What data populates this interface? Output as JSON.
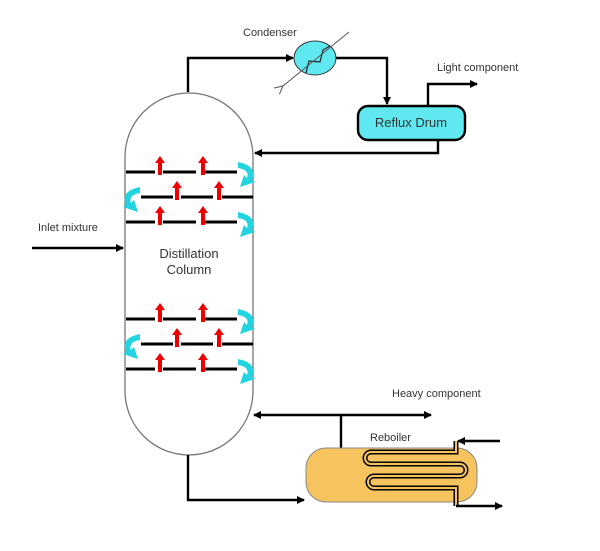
{
  "diagram": {
    "title": "Distillation process flow",
    "labels": {
      "condenser": "Condenser",
      "light_component": "Light  component",
      "reflux_drum": "Reflux Drum",
      "inlet_mixture": "Inlet mixture",
      "column_line1": "Distillation",
      "column_line2": "Column",
      "heavy_component": "Heavy  component",
      "reboiler": "Reboiler"
    },
    "colors": {
      "condenser_fill": "#5fe8f0",
      "reflux_drum_fill": "#5fe8f0",
      "reboiler_fill": "#f7c35f",
      "vapor_arrow": "#ee0000",
      "liquid_arrow": "#22d3e0",
      "pipe": "#000000"
    },
    "tray_sections": [
      {
        "name": "upper",
        "trays": 3
      },
      {
        "name": "lower",
        "trays": 3
      }
    ]
  }
}
